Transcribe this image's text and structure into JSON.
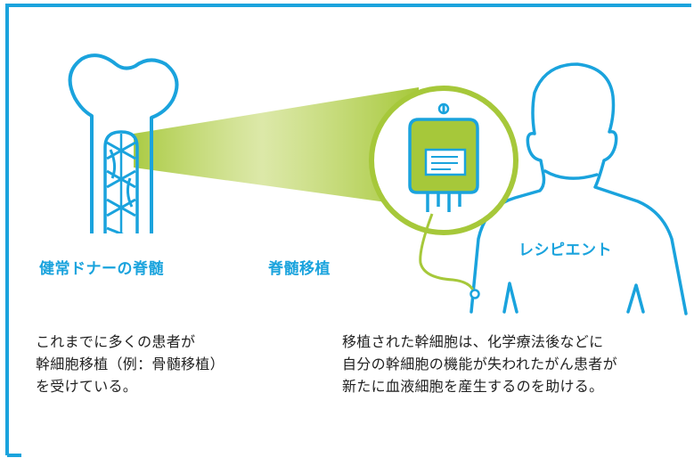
{
  "labels": {
    "donor": "健常ドナーの脊髄",
    "transplant": "脊髄移植",
    "recipient": "レシピエント"
  },
  "descriptions": {
    "left": [
      "これまでに多くの患者が",
      "幹細胞移植（例：骨髄移植）",
      "を受けている。"
    ],
    "right": [
      "移植された幹細胞は、化学療法後などに",
      "自分の幹細胞の機能が失われたがん患者が",
      "新たに血液細胞を産生するのを助ける。"
    ]
  },
  "colors": {
    "blue": "#1aa3dd",
    "green": "#a6c83a",
    "text": "#222222"
  },
  "icons": [
    "bone-icon",
    "iv-bag-icon",
    "person-icon"
  ]
}
